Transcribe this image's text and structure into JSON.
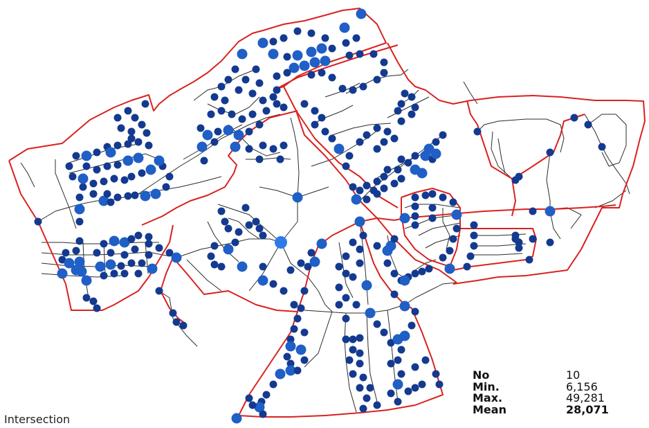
{
  "map": {
    "caption": "Intersection",
    "colors": {
      "boundary": "#d9211f",
      "street": "#2b2b2b",
      "node_small": "#0c2a6b",
      "node_medium": "#143a8f",
      "node_large": "#1f5fc6",
      "node_max": "#2f7ae8"
    }
  },
  "stats": {
    "rows": [
      {
        "label": "No",
        "value": "10"
      },
      {
        "label": "Min.",
        "value": "6,156"
      },
      {
        "label": "Max.",
        "value": "49,281"
      },
      {
        "label": "Mean",
        "value": "28,071"
      }
    ]
  }
}
